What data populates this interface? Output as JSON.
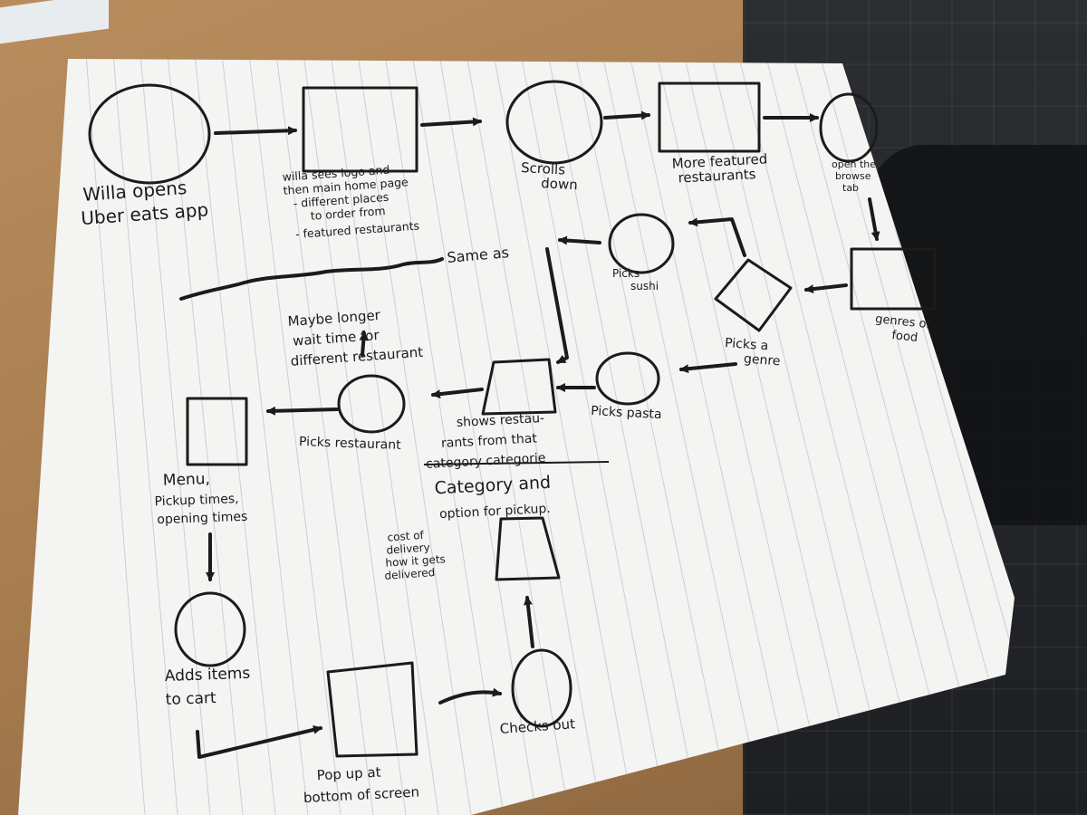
{
  "nodes": {
    "n1": {
      "shape": "circle",
      "lines": [
        "Willa opens",
        "Uber eats app"
      ]
    },
    "n2": {
      "shape": "square",
      "lines": [
        "willa sees logo and",
        "then main home page",
        "- different places",
        "to order from",
        "- featured restaurants"
      ]
    },
    "n3": {
      "shape": "circle",
      "lines": [
        "Scrolls",
        "down"
      ]
    },
    "n4": {
      "shape": "square",
      "lines": [
        "More featured",
        "restaurants"
      ]
    },
    "n5": {
      "shape": "circle",
      "lines": [
        "open the",
        "browse",
        "tab"
      ]
    },
    "n6": {
      "shape": "square",
      "lines": [
        "genres of",
        "food"
      ]
    },
    "n7": {
      "shape": "diamond",
      "lines": [
        "Picks a",
        "genre"
      ]
    },
    "n8": {
      "shape": "circle",
      "lines": [
        "Picks",
        "sushi"
      ]
    },
    "n9": {
      "shape": "circle",
      "lines": [
        "Picks pasta"
      ]
    },
    "n10": {
      "shape": "square",
      "lines": [
        "shows restau-",
        "rants from that",
        "category categorie",
        "Category and",
        "option for pickup."
      ]
    },
    "n11": {
      "shape": "circle",
      "lines": [
        "Picks restaurant"
      ]
    },
    "n12": {
      "shape": "square",
      "lines": [
        "Menu,",
        "Pickup times,",
        "opening times"
      ]
    },
    "n13": {
      "shape": "circle",
      "lines": [
        "Adds items",
        "to cart"
      ]
    },
    "n14": {
      "shape": "square",
      "lines": [
        "Pop up at",
        "bottom of screen"
      ]
    },
    "n15": {
      "shape": "circle",
      "lines": [
        "Checks out"
      ]
    },
    "n16": {
      "shape": "square",
      "lines": [
        "cost of",
        "delivery",
        "how it gets",
        "delivered"
      ]
    }
  },
  "annotations": {
    "same_as": "Same as",
    "maybe": [
      "Maybe longer",
      "wait time for",
      "different restaurant"
    ]
  },
  "colors": {
    "ink": "#1b1b1b",
    "paper": "#f4f4f2",
    "rule": "#c9cfd8"
  }
}
